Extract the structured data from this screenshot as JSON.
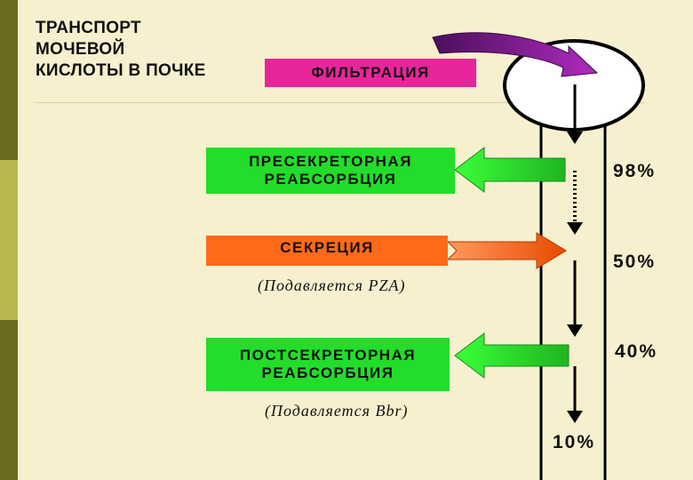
{
  "title": {
    "line1": "ТРАНСПОРТ",
    "line2": "МОЧЕВОЙ",
    "line3": "КИСЛОТЫ В ПОЧКЕ"
  },
  "steps": {
    "filtration": "ФИЛЬТРАЦИЯ",
    "presecretory": {
      "line1": "ПРЕСЕКРЕТОРНАЯ",
      "line2": "РЕАБСОРБЦИЯ"
    },
    "secretion": "СЕКРЕЦИЯ",
    "postsecretory": {
      "line1": "ПОСТСЕКРЕТОРНАЯ",
      "line2": "РЕАБСОРБЦИЯ"
    }
  },
  "notes": {
    "secretion_inhibitor": "(Подавляется PZA)",
    "postsecretory_inhibitor": "(Подавляется Bbr)"
  },
  "percentages": {
    "after_presecretory": "98%",
    "after_secretion": "50%",
    "after_postsecretory": "40%",
    "excreted": "10%"
  },
  "colors": {
    "filtration_box": "#e8259a",
    "reabsorption_box": "#22dd2a",
    "secretion_box": "#ff6a1a",
    "filtration_arrow": "#8a1a9a"
  }
}
